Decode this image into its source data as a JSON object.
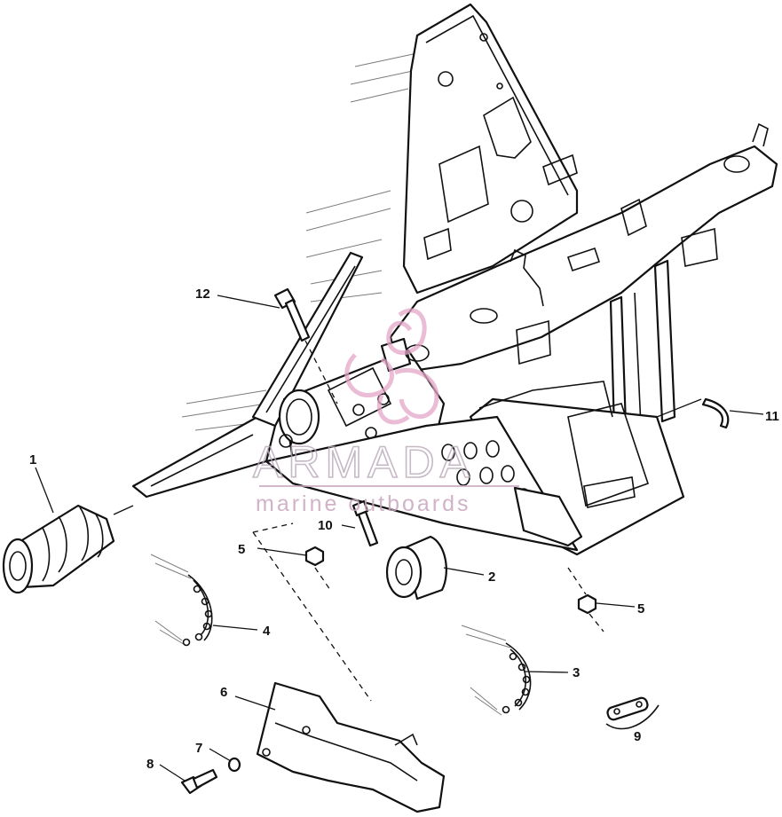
{
  "callouts": [
    {
      "label": "1"
    },
    {
      "label": "2"
    },
    {
      "label": "3"
    },
    {
      "label": "4"
    },
    {
      "label": "5"
    },
    {
      "label": "5"
    },
    {
      "label": "6"
    },
    {
      "label": "7"
    },
    {
      "label": "8"
    },
    {
      "label": "9"
    },
    {
      "label": "10"
    },
    {
      "label": "11"
    },
    {
      "label": "12"
    }
  ],
  "watermark": {
    "title": "ARMADA",
    "subtitle": "marine outboards",
    "color": "#e4a6c7"
  }
}
